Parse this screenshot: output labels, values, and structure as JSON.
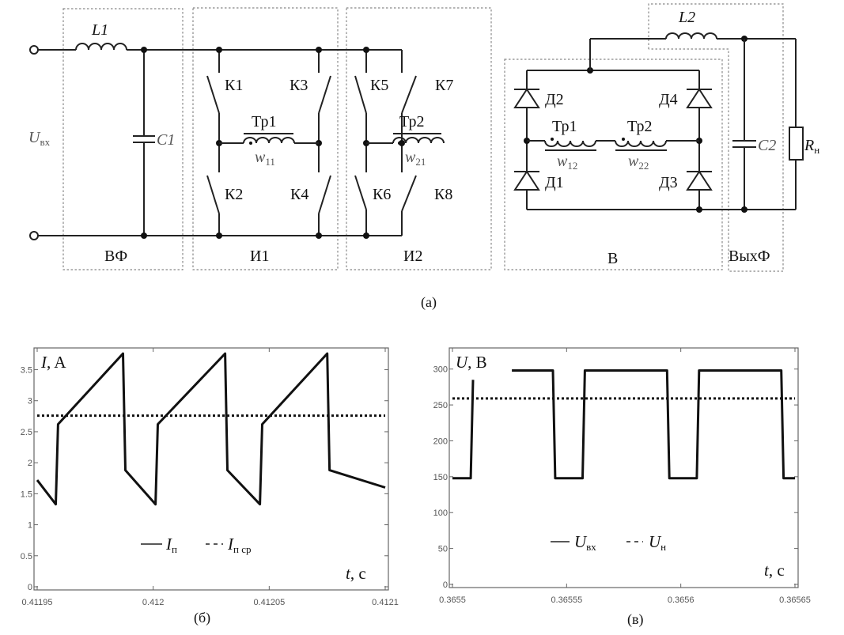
{
  "figure": {
    "captions": {
      "a": "(а)",
      "b": "(б)",
      "c": "(в)"
    }
  },
  "circuit": {
    "input_label": "U",
    "input_label_sub": "вх",
    "blocks": {
      "input_filter": "ВФ",
      "inverter1": "И1",
      "inverter2": "И2",
      "rectifier": "В",
      "output_filter": "ВыхФ"
    },
    "components": {
      "L1": "L1",
      "C1": "C1",
      "K1": "К1",
      "K2": "К2",
      "K3": "К3",
      "K4": "К4",
      "K5": "К5",
      "K6": "К6",
      "K7": "К7",
      "K8": "К8",
      "Tr1": "Тр1",
      "Tr2": "Тр2",
      "w11": "w",
      "w11_sub": "11",
      "w21": "w",
      "w21_sub": "21",
      "w12": "w",
      "w12_sub": "12",
      "w22": "w",
      "w22_sub": "22",
      "D1": "Д1",
      "D2": "Д2",
      "D3": "Д3",
      "D4": "Д4",
      "L2": "L2",
      "C2": "C2",
      "Rn": "R",
      "Rn_sub": "н"
    }
  },
  "chart_data": [
    {
      "type": "line",
      "id": "current",
      "ylabel": "I, A",
      "ylabel_var": "I",
      "ylabel_unit": ", A",
      "xlabel_var": "t",
      "xlabel_unit": ", с",
      "xlim": [
        0.41195,
        0.4121
      ],
      "ylim": [
        0,
        3.8
      ],
      "xticks": [
        0.41195,
        0.412,
        0.41205,
        0.4121
      ],
      "xtick_labels": [
        "0.41195",
        "0.412",
        "0.41205",
        "0.4121"
      ],
      "yticks": [
        0,
        0.5,
        1,
        1.5,
        2,
        2.5,
        3,
        3.5
      ],
      "ytick_labels": [
        "0",
        "0.5",
        "1",
        "1.5",
        "2",
        "2.5",
        "3",
        "3.5"
      ],
      "grid": false,
      "legend": {
        "placement": "center-bottom",
        "entries": [
          {
            "style": "solid",
            "var": "I",
            "sub": "п"
          },
          {
            "style": "dotted",
            "var": "I",
            "sub": "п ср"
          }
        ]
      },
      "series": [
        {
          "name": "Iп",
          "style": "solid",
          "x": [
            0.41195,
            0.411958,
            0.411959,
            0.411987,
            0.411988,
            0.412001,
            0.412002,
            0.412031,
            0.412032,
            0.412046,
            0.412047,
            0.412075,
            0.412076,
            0.4121
          ],
          "y": [
            1.72,
            1.33,
            2.62,
            3.76,
            1.88,
            1.33,
            2.62,
            3.76,
            1.88,
            1.33,
            2.62,
            3.76,
            1.88,
            1.6
          ]
        },
        {
          "name": "Iп ср",
          "style": "dotted",
          "x": [
            0.41195,
            0.4121
          ],
          "y": [
            2.76,
            2.76
          ]
        }
      ]
    },
    {
      "type": "line",
      "id": "voltage",
      "ylabel": "U, В",
      "ylabel_var": "U",
      "ylabel_unit": ", В",
      "xlabel_var": "t",
      "xlabel_unit": ", с",
      "xlim": [
        0.3655,
        0.36565
      ],
      "ylim": [
        0,
        325
      ],
      "xticks": [
        0.3655,
        0.36555,
        0.3656,
        0.36565
      ],
      "xtick_labels": [
        "0.3655",
        "0.36555",
        "0.3656",
        "0.36565"
      ],
      "yticks": [
        0,
        50,
        100,
        150,
        200,
        250,
        300
      ],
      "ytick_labels": [
        "0",
        "50",
        "100",
        "150",
        "200",
        "250",
        "300"
      ],
      "grid": false,
      "legend": {
        "placement": "center-bottom",
        "entries": [
          {
            "style": "solid",
            "var": "U",
            "sub": "вх"
          },
          {
            "style": "dotted",
            "var": "U",
            "sub": "н"
          }
        ]
      },
      "series": [
        {
          "name": "Uвх",
          "style": "solid",
          "segments": [
            {
              "x": [
                0.3655,
                0.365508,
                0.365509
              ],
              "y": [
                148,
                148,
                285
              ]
            },
            {
              "x": [
                0.365526,
                0.365544,
                0.365545,
                0.365557,
                0.365558,
                0.365594,
                0.365595,
                0.365607,
                0.365608,
                0.365644,
                0.365645,
                0.36565
              ],
              "y": [
                298,
                298,
                148,
                148,
                298,
                298,
                148,
                148,
                298,
                298,
                148,
                148
              ]
            }
          ]
        },
        {
          "name": "Uн",
          "style": "dotted",
          "x": [
            0.3655,
            0.36565
          ],
          "y": [
            259,
            259
          ]
        }
      ]
    }
  ]
}
